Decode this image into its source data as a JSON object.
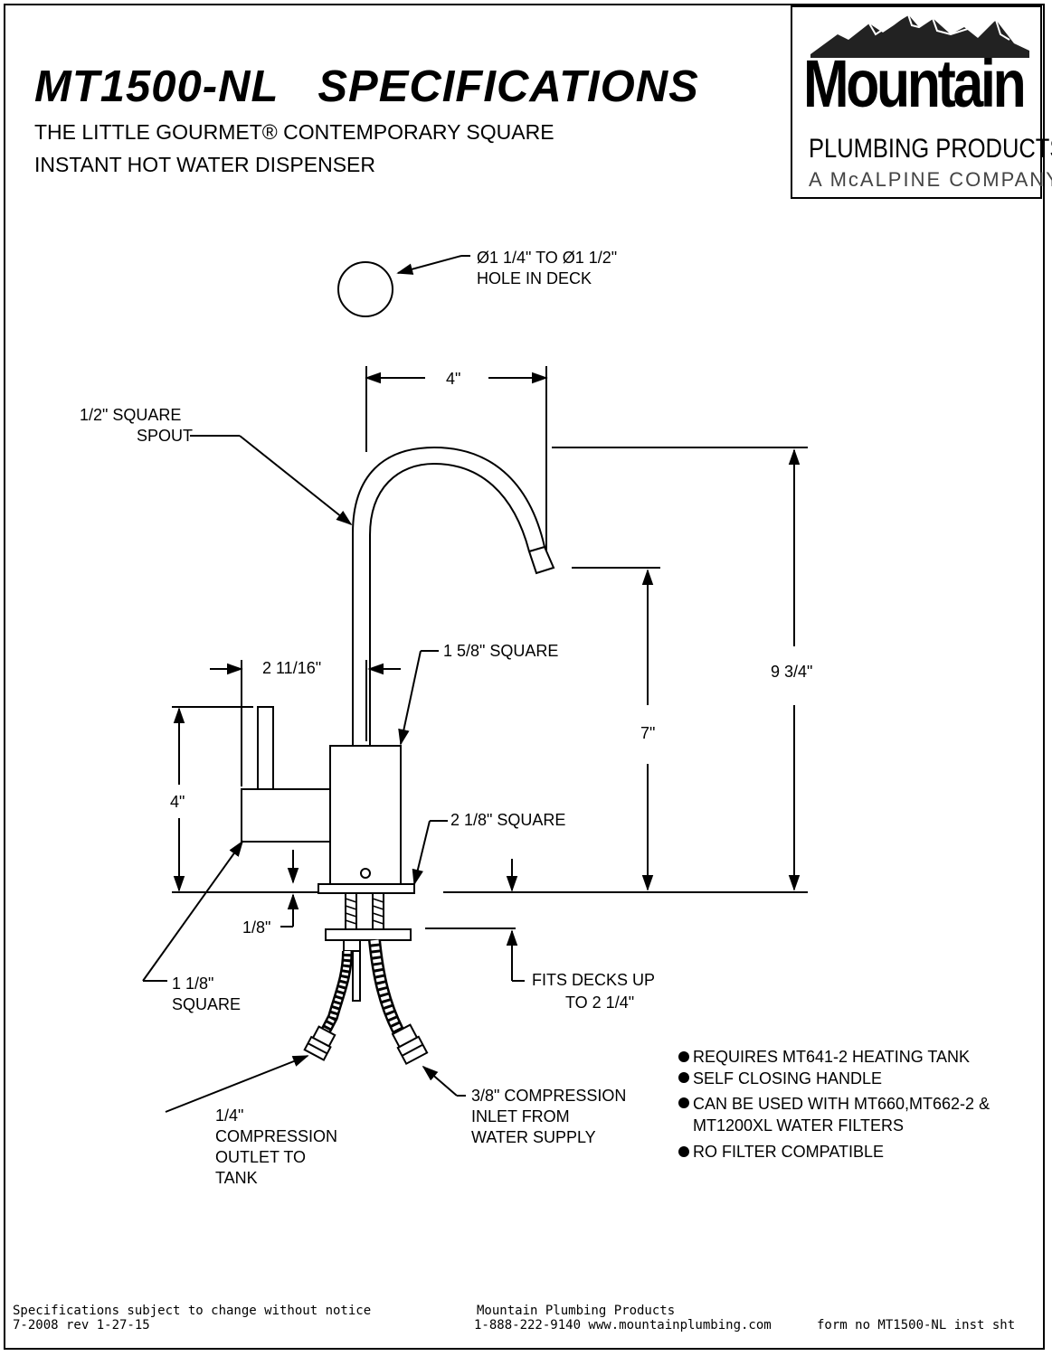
{
  "header": {
    "title": "MT1500-NL   SPECIFICATIONS",
    "subtitle_line1": "THE LITTLE GOURMET® CONTEMPORARY SQUARE",
    "subtitle_line2": "INSTANT HOT WATER DISPENSER"
  },
  "logo": {
    "word": "Mountain",
    "line2": "PLUMBING PRODUCTS",
    "line3": "A McALPINE COMPANY"
  },
  "labels": {
    "hole_line1": "Ø1 1/4\" TO Ø1 1/2\"",
    "hole_line2": "HOLE IN DECK",
    "dim_spout_reach": "4\"",
    "spout_line1": "1/2\" SQUARE",
    "spout_line2": "SPOUT",
    "dim_handle_offset": "2 11/16\"",
    "body_upper": "1 5/8\" SQUARE",
    "dim_overall_height": "9 3/4\"",
    "dim_outlet_height": "7\"",
    "dim_handle_height": "4\"",
    "base_square": "2 1/8\" SQUARE",
    "dim_base_plate": "1/8\"",
    "handle_hub_line1": "1 1/8\"",
    "handle_hub_line2": "SQUARE",
    "deck_line1": "FITS DECKS UP",
    "deck_line2": "TO 2 1/4\"",
    "outlet_line1": "1/4\"",
    "outlet_line2": "COMPRESSION",
    "outlet_line3": "OUTLET TO",
    "outlet_line4": "TANK",
    "inlet_line1": "3/8\" COMPRESSION",
    "inlet_line2": "INLET FROM",
    "inlet_line3": "WATER SUPPLY"
  },
  "notes": [
    "REQUIRES MT641-2 HEATING TANK",
    "SELF CLOSING HANDLE",
    "CAN BE USED WITH MT660,MT662-2 &",
    "MT1200XL  WATER FILTERS",
    "RO FILTER COMPATIBLE"
  ],
  "footer": {
    "left_line1": "Specifications subject to change without notice",
    "left_line2": "7-2008 rev 1-27-15",
    "center_line1": "Mountain Plumbing Products",
    "center_line2": "1-888-222-9140 www.mountainplumbing.com",
    "right": "form no MT1500-NL inst sht"
  }
}
